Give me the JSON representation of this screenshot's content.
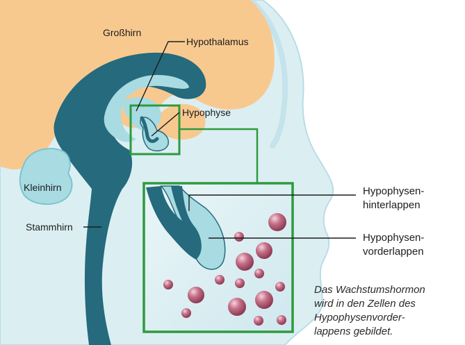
{
  "labels": {
    "grosshirn": "Großhirn",
    "hypothalamus": "Hypothalamus",
    "hypophyse": "Hypophyse",
    "kleinhirn": "Kleinhirn",
    "stammhirn": "Stammhirn",
    "hinterlappen_line1": "Hypophysen-",
    "hinterlappen_line2": "hinterlappen",
    "vorderlappen_line1": "Hypophysen-",
    "vorderlappen_line2": "vorderlappen"
  },
  "caption": {
    "line1": "Das Wachstumshormon",
    "line2": "wird in den Zellen des",
    "line3": "Hypophysenvorder-",
    "line4": "lappens gebildet."
  },
  "colors": {
    "cerebrum": "#f8c98f",
    "head_tissue": "#dbeff3",
    "head_outline": "#b9dce6",
    "brain_dark": "#256a7d",
    "brain_light": "#a9dbe3",
    "highlight_box": "#2e9a3e",
    "cells": "#b8566f"
  }
}
